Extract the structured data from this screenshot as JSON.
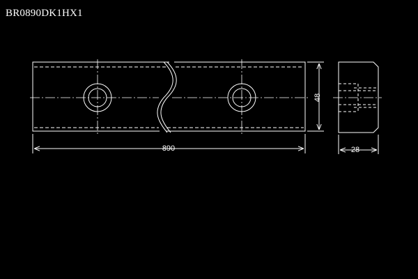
{
  "drawing": {
    "part_number": "BR0890DK1HX1",
    "colors": {
      "background": "#000000",
      "lines": "#ffffff"
    },
    "dimensions": {
      "length": "890",
      "height": "48",
      "width": "28"
    }
  }
}
